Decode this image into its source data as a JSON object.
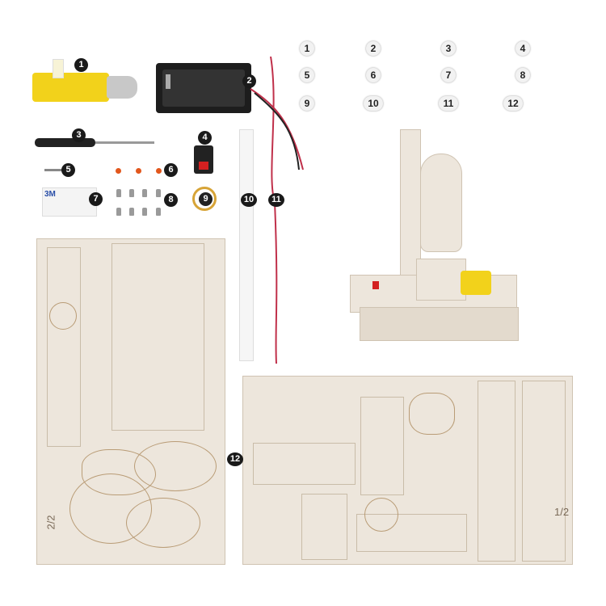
{
  "legend": [
    "1",
    "2",
    "3",
    "4",
    "5",
    "6",
    "7",
    "8",
    "9",
    "10",
    "11",
    "12"
  ],
  "parts": {
    "motor": "1",
    "battery_box": "2",
    "screwdriver": "3",
    "switch": "4",
    "shaft": "5",
    "leds": "6",
    "foam_tape": "7",
    "screws": "8",
    "rubber_band": "9",
    "double_tape": "10",
    "wire": "11",
    "wood_boards": "12"
  },
  "board_labels": {
    "left": "2/2",
    "right": "1/2"
  },
  "tape_print": "3M",
  "colors": {
    "wood": "#ede6dc",
    "motor": "#f2d21b",
    "wire": "#c0304a"
  }
}
